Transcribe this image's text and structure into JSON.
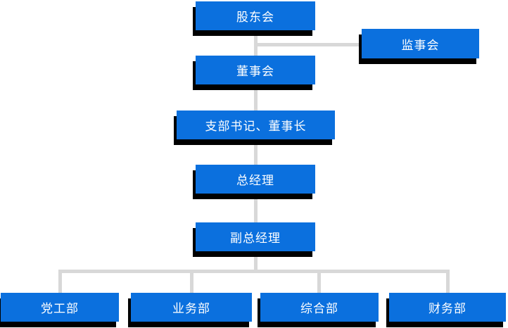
{
  "diagram": {
    "type": "org-chart",
    "background_color": "#ffffff",
    "node_fill_color": "#0b70de",
    "node_text_color": "#ffffff",
    "node_shadow_color": "#000000",
    "connector_color": "#d8d8d8",
    "nodes": [
      {
        "id": "shareholders-meeting",
        "label": "股东会",
        "level": 0
      },
      {
        "id": "supervisory-board",
        "label": "监事会",
        "level": 0
      },
      {
        "id": "board-of-directors",
        "label": "董事会",
        "level": 1
      },
      {
        "id": "branch-secretary-chairman",
        "label": "支部书记、董事长",
        "level": 2
      },
      {
        "id": "general-manager",
        "label": "总经理",
        "level": 3
      },
      {
        "id": "deputy-general-manager",
        "label": "副总经理",
        "level": 4
      },
      {
        "id": "party-work-dept",
        "label": "党工部",
        "level": 5
      },
      {
        "id": "business-dept",
        "label": "业务部",
        "level": 5
      },
      {
        "id": "general-affairs-dept",
        "label": "综合部",
        "level": 5
      },
      {
        "id": "finance-dept",
        "label": "财务部",
        "level": 5
      }
    ],
    "edges": [
      {
        "from": "股东会",
        "to": "监事会"
      },
      {
        "from": "股东会",
        "to": "董事会"
      },
      {
        "from": "董事会",
        "to": "支部书记、董事长"
      },
      {
        "from": "支部书记、董事长",
        "to": "总经理"
      },
      {
        "from": "总经理",
        "to": "副总经理"
      },
      {
        "from": "副总经理",
        "to": "党工部"
      },
      {
        "from": "副总经理",
        "to": "业务部"
      },
      {
        "from": "副总经理",
        "to": "综合部"
      },
      {
        "from": "副总经理",
        "to": "财务部"
      }
    ]
  }
}
